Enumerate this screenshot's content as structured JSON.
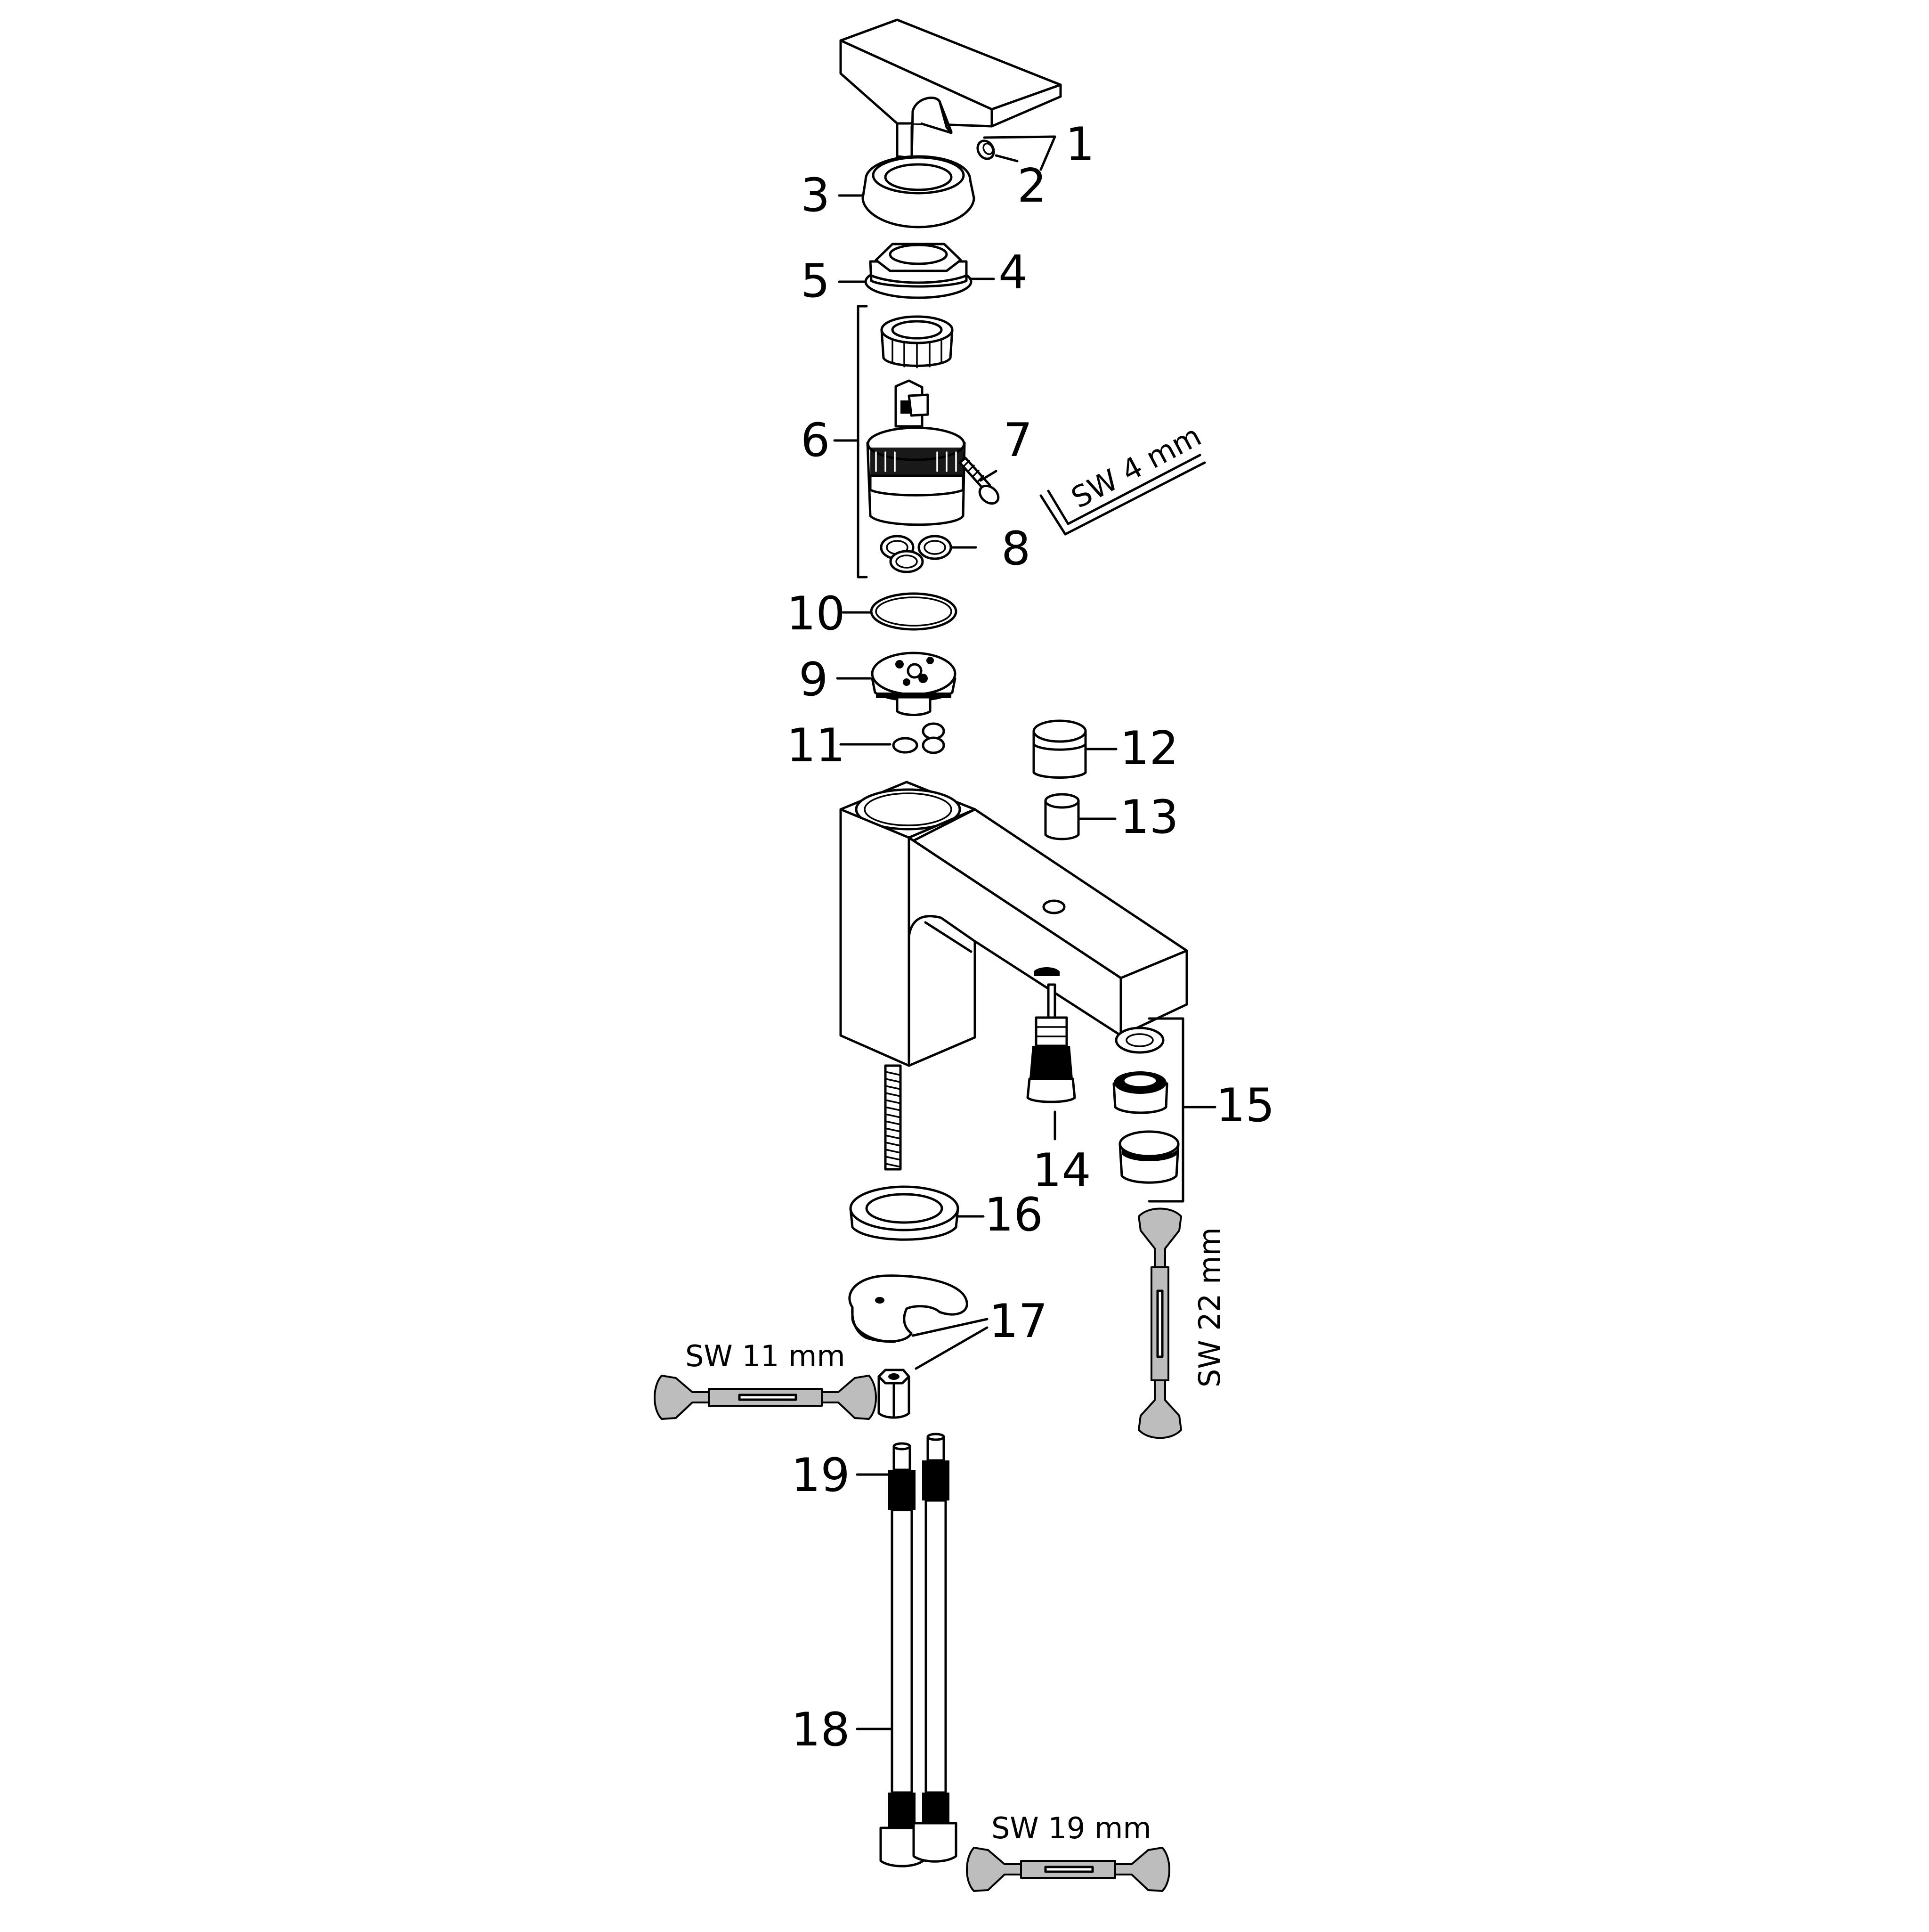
{
  "diagram": {
    "part_labels": {
      "p1": "1",
      "p2": "2",
      "p3": "3",
      "p4": "4",
      "p5": "5",
      "p6": "6",
      "p7": "7",
      "p8": "8",
      "p9": "9",
      "p10": "10",
      "p11": "11",
      "p12": "12",
      "p13": "13",
      "p14": "14",
      "p15": "15",
      "p16": "16",
      "p17": "17",
      "p18": "18",
      "p19": "19"
    },
    "tool_labels": {
      "hex_key": "SW 4 mm",
      "wrench_11": "SW 11 mm",
      "wrench_19": "SW 19 mm",
      "wrench_22": "SW 22 mm"
    }
  }
}
